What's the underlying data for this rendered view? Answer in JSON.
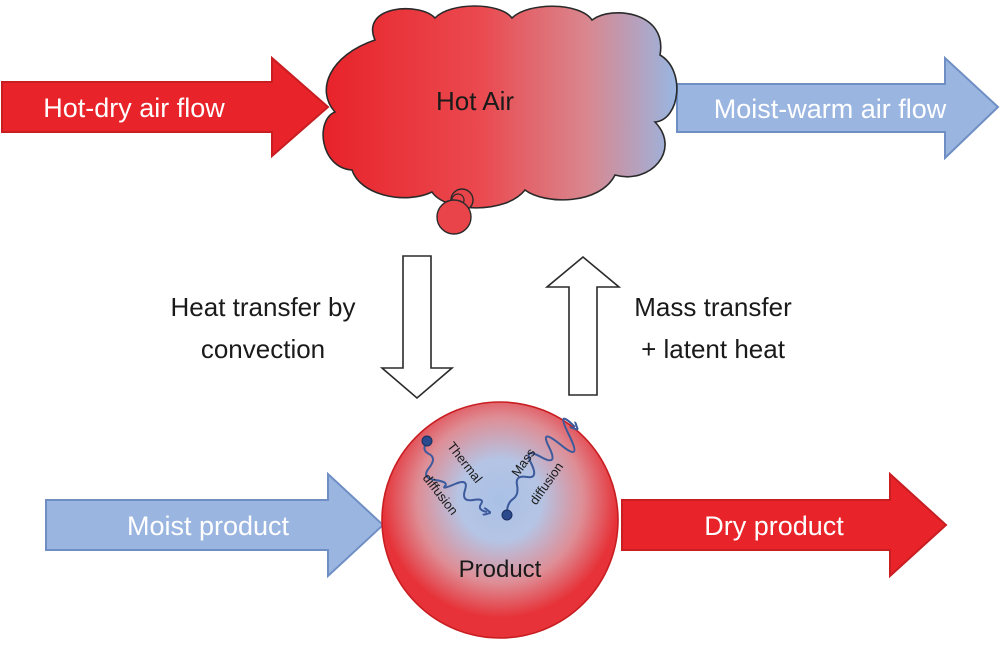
{
  "air": {
    "title": "Hot Air",
    "inflow_label": "Hot-dry air flow",
    "outflow_label": "Moist-warm air flow"
  },
  "transfer": {
    "heat_line1": "Heat transfer by",
    "heat_line2": "convection",
    "mass_line1": "Mass transfer",
    "mass_line2": "+ latent heat"
  },
  "product": {
    "title": "Product",
    "inflow_label": "Moist product",
    "outflow_label": "Dry product",
    "thermal_line1": "Thermal",
    "thermal_line2": "diffusion",
    "mass_line1": "Mass",
    "mass_line2": "diffusion"
  },
  "colors": {
    "hot_red": "#e8232a",
    "cool_blue": "#9ab5e0",
    "outline_blue": "#6f8fc4",
    "outline_red": "#c81e22",
    "wave_blue": "#3c5a9c"
  }
}
